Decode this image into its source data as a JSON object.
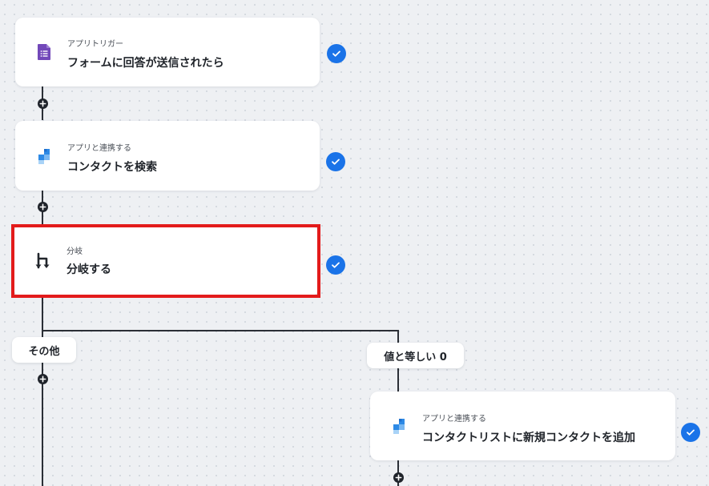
{
  "steps": [
    {
      "kind": "アプリトリガー",
      "title": "フォームに回答が送信されたら",
      "icon": "google-forms-icon",
      "status": "completed"
    },
    {
      "kind": "アプリと連携する",
      "title": "コンタクトを検索",
      "icon": "app-blocks-icon",
      "status": "completed"
    },
    {
      "kind": "分岐",
      "title": "分岐する",
      "icon": "branch-icon",
      "status": "completed",
      "selected": true
    },
    {
      "kind": "アプリと連携する",
      "title": "コンタクトリストに新規コンタクトを追加",
      "icon": "app-blocks-icon",
      "status": "completed"
    }
  ],
  "branches": {
    "other_label": "その他",
    "condition_label": "値と等しい 0"
  },
  "colors": {
    "check": "#1a73e8",
    "highlight": "#e31b1b",
    "forms_purple": "#7248b9",
    "app_blue": "#2d8ae6",
    "connector": "#2b2f36"
  }
}
